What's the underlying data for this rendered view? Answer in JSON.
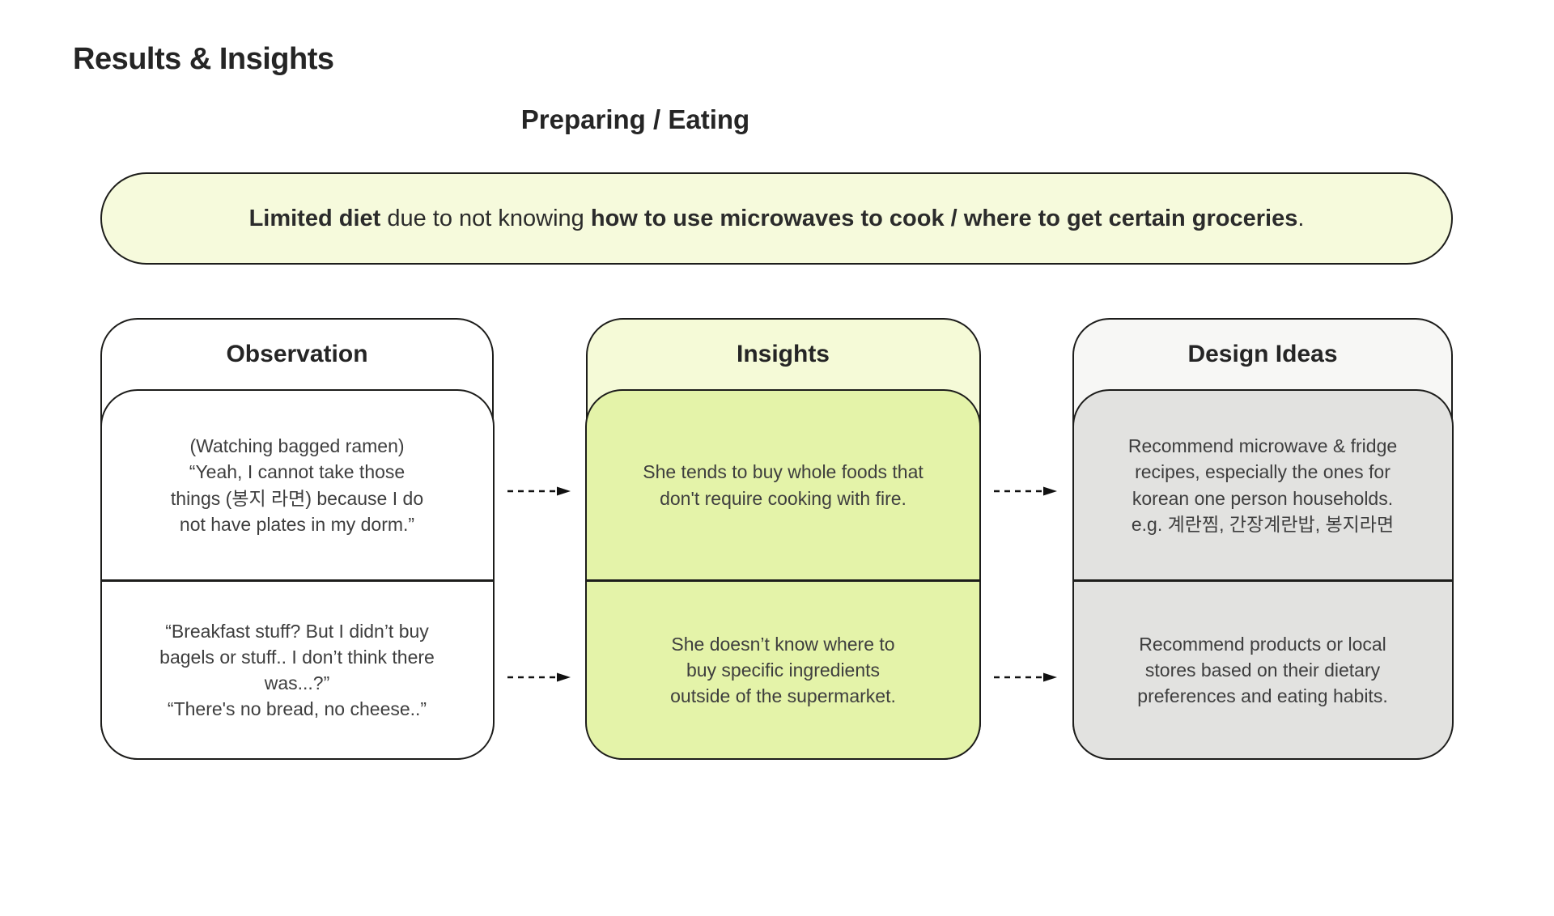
{
  "page": {
    "title": "Results & Insights",
    "section_title": "Preparing / Eating"
  },
  "banner": {
    "segments": [
      {
        "text": "Limited diet",
        "bold": true
      },
      {
        "text": " due to not knowing ",
        "bold": false
      },
      {
        "text": "how to use microwaves to cook / where to get certain groceries",
        "bold": true
      },
      {
        "text": ".",
        "bold": false
      }
    ]
  },
  "columns": [
    {
      "header": "Observation",
      "cells": [
        {
          "lines": [
            "(Watching bagged ramen)",
            "“Yeah, I cannot take those",
            "things (봉지 라면) because I do",
            "not have plates in my dorm.”"
          ]
        },
        {
          "lines": [
            "“Breakfast stuff? But I didn’t buy",
            "bagels or stuff.. I don’t think there",
            "was...?”",
            "“There's no bread, no cheese..”"
          ]
        }
      ]
    },
    {
      "header": "Insights",
      "cells": [
        {
          "lines": [
            "She tends to buy whole foods that",
            "don't require cooking with fire."
          ]
        },
        {
          "lines": [
            "She doesn’t know where to",
            "buy specific ingredients",
            "outside of the supermarket."
          ]
        }
      ]
    },
    {
      "header": "Design Ideas",
      "cells": [
        {
          "lines": [
            "Recommend microwave & fridge",
            "recipes, especially the ones for",
            "korean one person households.",
            "e.g. 계란찜, 간장계란밥, 봉지라면"
          ]
        },
        {
          "lines": [
            "Recommend products or local",
            "stores based on their dietary",
            "preferences and eating habits."
          ]
        }
      ]
    }
  ],
  "icons": {
    "gap_arrows": "dashed-arrow-right-icon"
  },
  "colors": {
    "border": "#1d1d1b",
    "pale_green": "#f6fadc",
    "pale_green_header": "#f5fad7",
    "lime": "#e4f3a9",
    "gray_header": "#f7f7f5",
    "gray_cell": "#e2e2e0"
  }
}
